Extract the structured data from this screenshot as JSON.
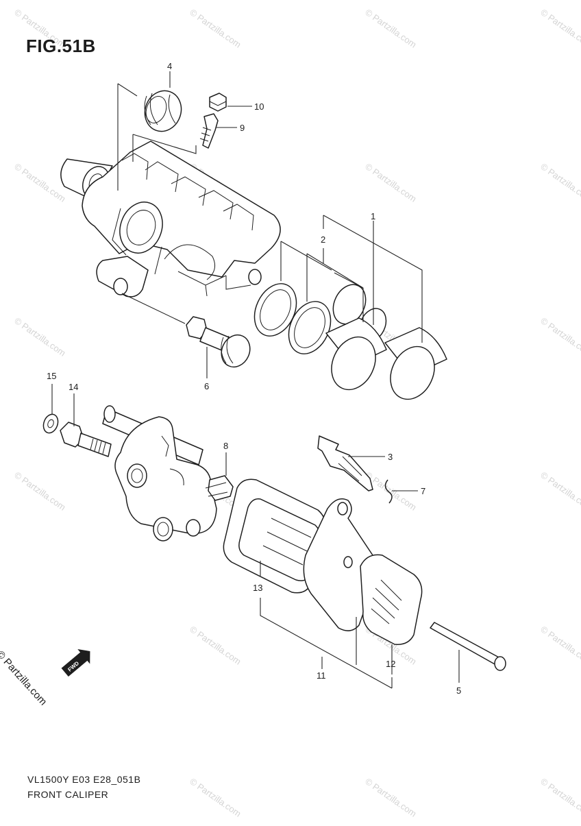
{
  "figure": {
    "title": "FIG.51B"
  },
  "footer": {
    "code": "VL1500Y E03 E28_051B",
    "name": "FRONT CALIPER"
  },
  "watermark": {
    "text": "© Partzilla.com"
  },
  "logo": {
    "text": "© Partzilla.com",
    "badge": "FWD"
  },
  "callouts": {
    "n1": "1",
    "n2": "2",
    "n3": "3",
    "n4": "4",
    "n5": "5",
    "n6": "6",
    "n7": "7",
    "n8": "8",
    "n9": "9",
    "n10": "10",
    "n11": "11",
    "n12": "12",
    "n13": "13",
    "n14": "14",
    "n15": "15"
  }
}
